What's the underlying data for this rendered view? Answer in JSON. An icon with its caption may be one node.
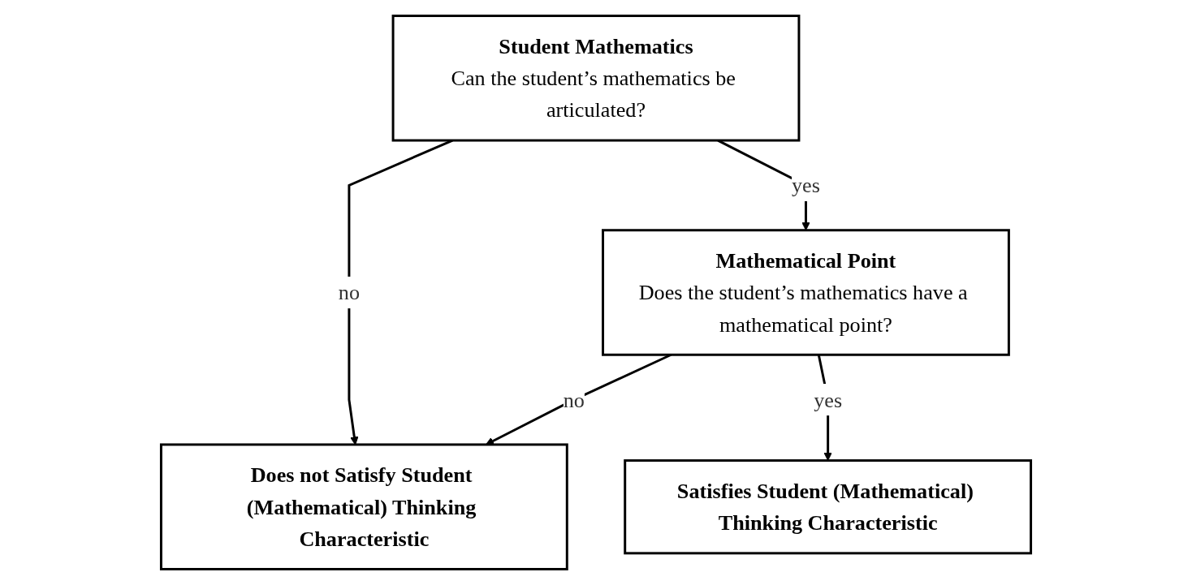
{
  "diagram": {
    "nodes": [
      {
        "text": [
          "Student Mathematics",
          "Can the student’s mathematics be articulated?"
        ]
      },
      {
        "text": [
          "Mathematical Point",
          "Does the student’s mathematics have a mathematical point?"
        ]
      },
      {
        "text": [
          "Satisfies Student (Mathematical) Thinking Characteristic"
        ]
      },
      {
        "text": [
          "Does not Satisfy Student (Mathematical) Thinking Characteristic"
        ]
      }
    ],
    "edges": [
      {
        "from": 0,
        "to": 1,
        "arrow": "to",
        "label": "yes"
      },
      {
        "from": 0,
        "to": 3,
        "arrow": "to",
        "label": "no"
      },
      {
        "from": 1,
        "to": 3,
        "arrow": "to",
        "label": "no"
      },
      {
        "from": 1,
        "to": 2,
        "arrow": "to",
        "label": "yes"
      }
    ]
  }
}
